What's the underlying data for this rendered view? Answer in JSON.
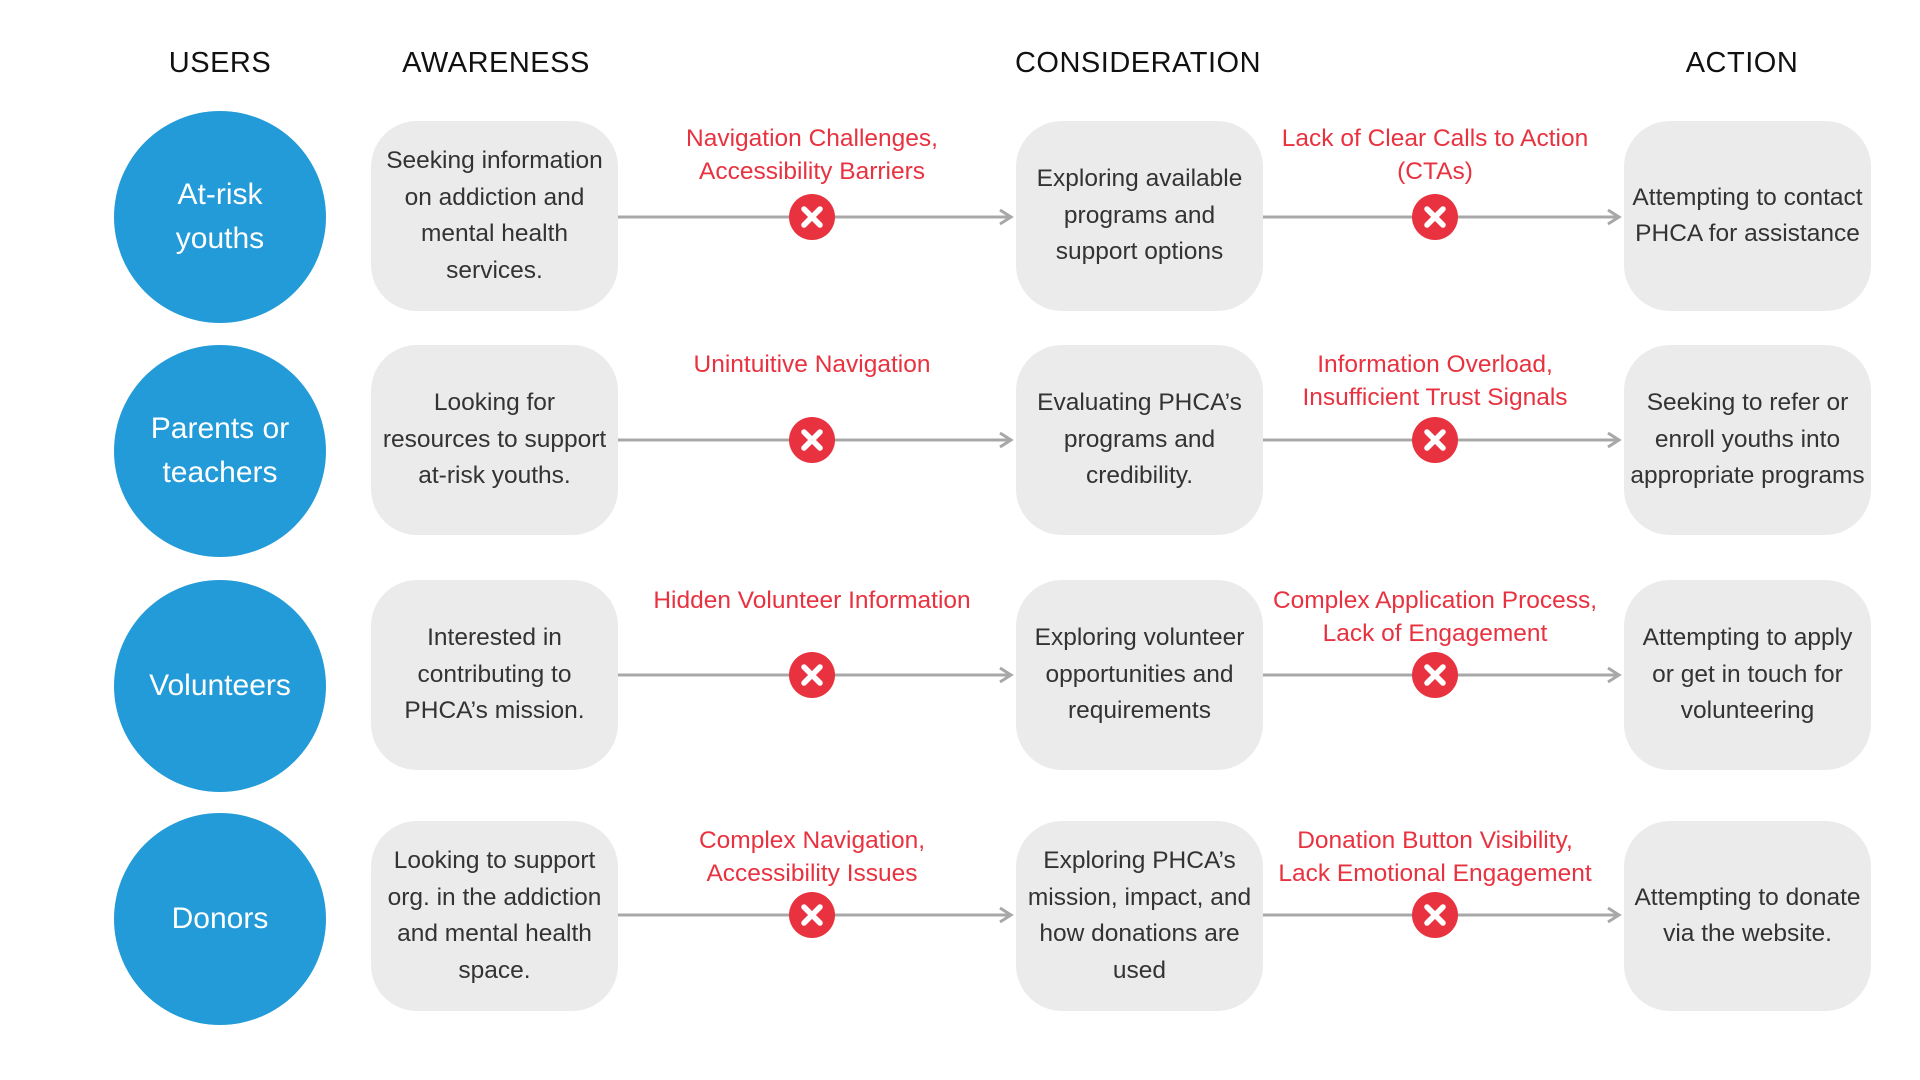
{
  "headers": {
    "users": "USERS",
    "awareness": "AWARENESS",
    "consideration": "CONSIDERATION",
    "action": "ACTION"
  },
  "colors": {
    "user_circle": "#239bd8",
    "stage_box": "#ebebeb",
    "barrier_text": "#e8323f",
    "arrow": "#a8a8a8"
  },
  "icons": {
    "barrier": "x-circle-icon",
    "connector": "arrow-right-icon"
  },
  "rows": [
    {
      "user": "At-risk youths",
      "awareness": "Seeking information on addiction and mental health services.",
      "barrier1": [
        "Navigation Challenges,",
        "Accessibility Barriers"
      ],
      "consideration": "Exploring available programs and support options",
      "barrier2": [
        "Lack of Clear Calls to Action",
        "(CTAs)"
      ],
      "action": "Attempting to contact PHCA for assistance"
    },
    {
      "user": "Parents or teachers",
      "awareness": "Looking for resources to support at-risk youths.",
      "barrier1": [
        "Unintuitive Navigation"
      ],
      "consideration": "Evaluating PHCA’s programs and credibility.",
      "barrier2": [
        "Information Overload,",
        "Insufficient Trust Signals"
      ],
      "action": "Seeking to refer or enroll youths into appropriate programs"
    },
    {
      "user": "Volunteers",
      "awareness": "Interested in contributing to PHCA’s mission.",
      "barrier1": [
        "Hidden Volunteer Information"
      ],
      "consideration": "Exploring volunteer opportunities and requirements",
      "barrier2": [
        "Complex Application Process,",
        "Lack of Engagement"
      ],
      "action": "Attempting to apply or get in touch for volunteering"
    },
    {
      "user": "Donors",
      "awareness": "Looking to support org. in the addiction and mental health space.",
      "barrier1": [
        "Complex Navigation,",
        "Accessibility Issues"
      ],
      "consideration": "Exploring PHCA’s mission, impact, and how donations are used",
      "barrier2": [
        "Donation Button Visibility,",
        "Lack Emotional Engagement"
      ],
      "action": "Attempting to donate via the website."
    }
  ]
}
